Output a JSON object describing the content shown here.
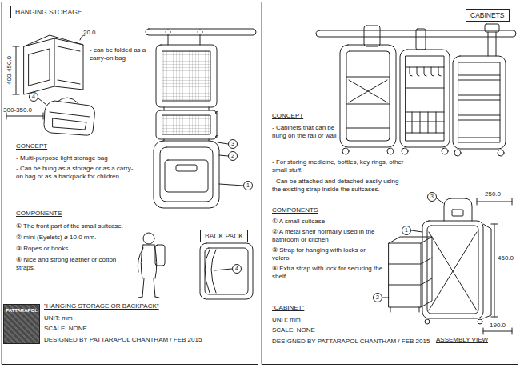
{
  "diagram": {
    "nodes": [
      {
        "text": [
          "HANGING STORAGE"
        ]
      },
      {
        "text": [
          "4"
        ]
      },
      {
        "text": [
          "3"
        ]
      },
      {
        "text": [
          "2"
        ]
      },
      {
        "text": [
          "1"
        ]
      },
      {
        "text": [
          "BACK PACK"
        ]
      },
      {
        "text": [
          "4"
        ]
      },
      {
        "text": [
          "PATTARAPOL"
        ]
      },
      {
        "text": [
          "CABINETS"
        ]
      },
      {
        "text": [
          "3"
        ]
      },
      {
        "text": [
          "1"
        ]
      },
      {
        "text": [
          "2"
        ]
      }
    ],
    "labels": [
      "20.0",
      "- can be folded as a carry-on bag",
      "400-450.0",
      "300-350.0",
      "CONCEPT",
      "- Multi-purpose light storage bag",
      "- Can be hung as a storage or as a carry-on bag or as a backpack for children.",
      "COMPONENTS",
      "① The front part of the small suitcase.",
      "② mini (Eyelets) ø 10.0 mm.",
      "③ Ropes or hooks",
      "④ Nice and strong leather or cotton straps.",
      "\"HANGING STORAGE OR BACKPACK\"",
      "UNIT: mm",
      "SCALE: NONE",
      "DESIGNED BY PATTARAPOL CHANTHAM / FEB 2015",
      "CONCEPT",
      "- Cabinets that can be hung on the rail or wall",
      "- For storing medicine, bottles, key rings, other small stuff.",
      "- Can be attached and detached easily using the existing strap inside the suitcases.",
      "COMPONENTS",
      "① A small suitcase",
      "② A metal shelf normally used in the bathroom or kitchen",
      "③ Strap for hanging with locks or velcro",
      "④ Extra strap with lock for securing the shelf.",
      "\"CABINET\"",
      "UNIT: mm",
      "SCALE: NONE",
      "DESIGNED BY PATTARAPOL CHANTHAM / FEB 2015",
      "ASSEMBLY VIEW",
      "250.0",
      "450.0",
      "190.0"
    ]
  }
}
